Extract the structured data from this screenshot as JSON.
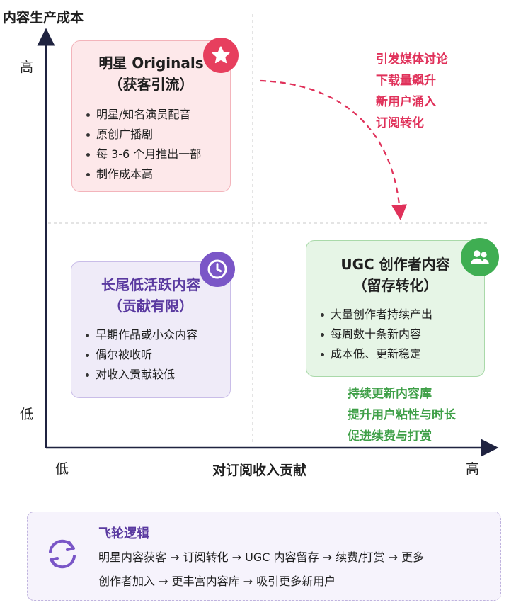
{
  "axes": {
    "y_title": "内容生产成本",
    "y_high": "高",
    "y_low": "低",
    "x_title": "对订阅收入贡献",
    "x_low": "低",
    "x_high": "高"
  },
  "cards": {
    "star": {
      "title_line1": "明星 Originals",
      "title_line2": "（获客引流）",
      "items": [
        "明星/知名演员配音",
        "原创广播剧",
        "每 3-6 个月推出一部",
        "制作成本高"
      ],
      "icon": "star-icon",
      "color": "#e73f5e"
    },
    "tail": {
      "title_line1": "长尾低活跃内容",
      "title_line2": "（贡献有限）",
      "items": [
        "早期作品或小众内容",
        "偶尔被收听",
        "对收入贡献较低"
      ],
      "icon": "clock-icon",
      "color": "#7a56c7"
    },
    "ugc": {
      "title_line1": "UGC 创作者内容",
      "title_line2": "（留存转化）",
      "items": [
        "大量创作者持续产出",
        "每周数十条新内容",
        "成本低、更新稳定"
      ],
      "icon": "users-icon",
      "color": "#3fae52"
    }
  },
  "notes": {
    "red": [
      "引发媒体讨论",
      "下载量飙升",
      "新用户涌入",
      "订阅转化"
    ],
    "green": [
      "持续更新内容库",
      "提升用户粘性与时长",
      "促进续费与打赏"
    ]
  },
  "flywheel": {
    "title": "飞轮逻辑",
    "line1": "明星内容获客 → 订阅转化 → UGC 内容留存 → 续费/打赏 → 更多",
    "line2": "创作者加入 → 更丰富内容库 → 吸引更多新用户",
    "icon": "cycle-arrows-icon",
    "color": "#7a56c7"
  }
}
